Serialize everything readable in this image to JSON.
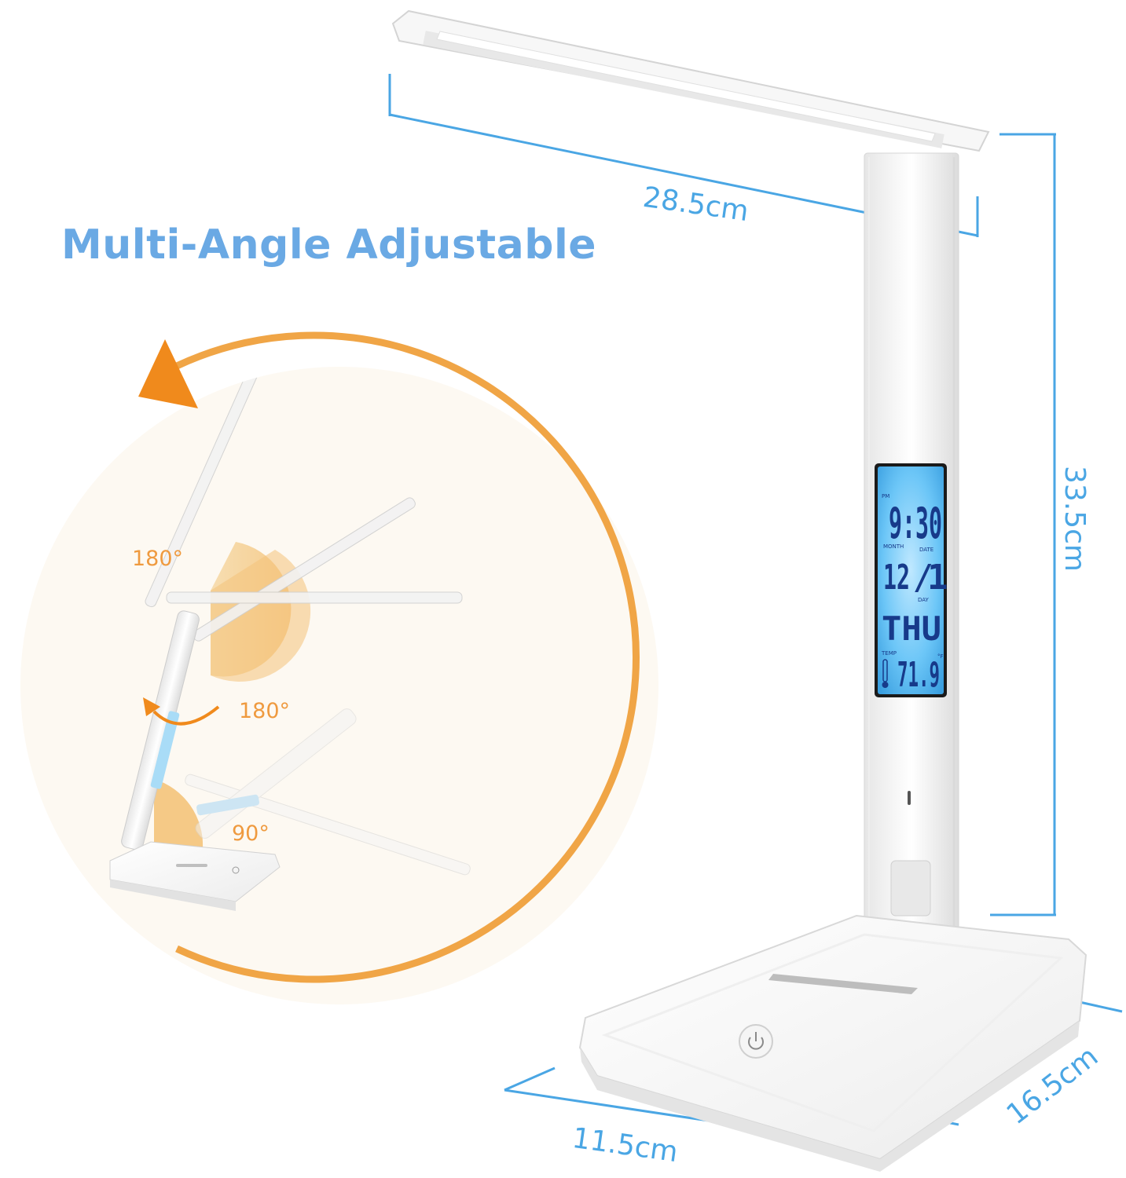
{
  "headline": "Multi-Angle Adjustable",
  "dimensions": {
    "width": "28.5cm",
    "height": "33.5cm",
    "base_width": "11.5cm",
    "base_depth": "16.5cm"
  },
  "angles": {
    "head_rotation": "180°",
    "arm_rotation": "180°",
    "base_angle": "90°"
  },
  "lcd": {
    "pm": "PM",
    "time": "9:30",
    "month_label": "MONTH",
    "date_label": "DATE",
    "month": "12",
    "date": "1",
    "day_label": "DAY",
    "day": "THU",
    "temp_label": "TEMP",
    "temp": "71.9",
    "temp_unit": "°F"
  },
  "colors": {
    "dimension_blue": "#4aa6e4",
    "headline_blue": "#6aa9e4",
    "accent_orange": "#f0a546",
    "lcd_glow": "#4fb6f0"
  },
  "icons": [
    "power-icon",
    "rotation-arrow-icon",
    "thermometer-icon"
  ]
}
